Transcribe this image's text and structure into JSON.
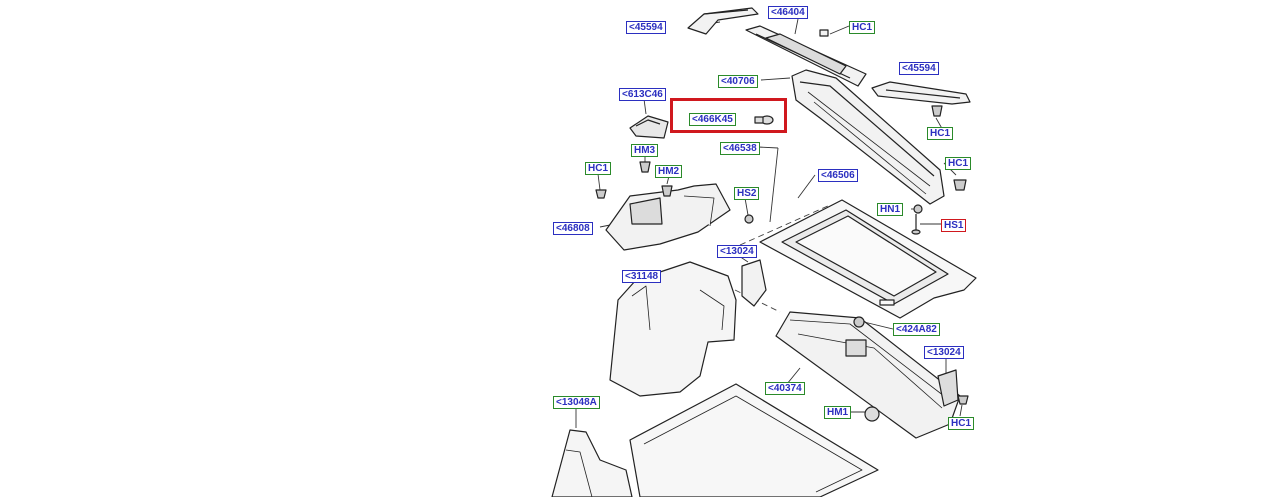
{
  "diagram": {
    "colors": {
      "label_text": "#2b2fc0",
      "border_blue": "#2b2fc0",
      "border_green": "#2a8a2a",
      "selected_red": "#d0181e",
      "part_fill": "#f2f2f2",
      "part_stroke": "#222222"
    },
    "callouts": [
      {
        "id": "45594-top",
        "text": "<45594",
        "style": "blue"
      },
      {
        "id": "46404",
        "text": "<46404",
        "style": "blue"
      },
      {
        "id": "hc1-top",
        "text": "HC1",
        "style": "green"
      },
      {
        "id": "45594-right",
        "text": "<45594",
        "style": "blue"
      },
      {
        "id": "40706",
        "text": "<40706",
        "style": "green"
      },
      {
        "id": "613c46",
        "text": "<613C46",
        "style": "blue"
      },
      {
        "id": "466k45",
        "text": "<466K45",
        "style": "green"
      },
      {
        "id": "46538",
        "text": "<46538",
        "style": "green"
      },
      {
        "id": "hc1-right-upper",
        "text": "HC1",
        "style": "green"
      },
      {
        "id": "hm3",
        "text": "HM3",
        "style": "green"
      },
      {
        "id": "hc1-right-mid",
        "text": "HC1",
        "style": "green"
      },
      {
        "id": "hc1-left",
        "text": "HC1",
        "style": "green"
      },
      {
        "id": "hm2",
        "text": "HM2",
        "style": "green"
      },
      {
        "id": "46506",
        "text": "<46506",
        "style": "blue"
      },
      {
        "id": "hs2",
        "text": "HS2",
        "style": "green"
      },
      {
        "id": "hn1",
        "text": "HN1",
        "style": "green"
      },
      {
        "id": "46808",
        "text": "<46808",
        "style": "blue"
      },
      {
        "id": "hs1",
        "text": "HS1",
        "style": "red"
      },
      {
        "id": "13024-mid",
        "text": "<13024",
        "style": "blue"
      },
      {
        "id": "31148",
        "text": "<31148",
        "style": "blue"
      },
      {
        "id": "424a82",
        "text": "<424A82",
        "style": "green"
      },
      {
        "id": "13024-right",
        "text": "<13024",
        "style": "blue"
      },
      {
        "id": "40374",
        "text": "<40374",
        "style": "green"
      },
      {
        "id": "13048a",
        "text": "<13048A",
        "style": "green"
      },
      {
        "id": "hm1",
        "text": "HM1",
        "style": "green"
      },
      {
        "id": "hc1-bottom",
        "text": "HC1",
        "style": "green"
      }
    ],
    "selected_callout": "466k45"
  }
}
